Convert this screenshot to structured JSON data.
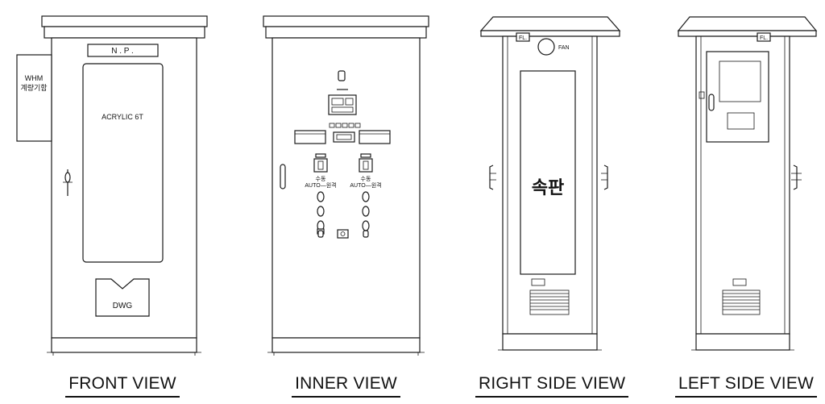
{
  "views": [
    {
      "title": "FRONT VIEW"
    },
    {
      "title": "INNER VIEW"
    },
    {
      "title": "RIGHT SIDE VIEW"
    },
    {
      "title": "LEFT SIDE VIEW"
    }
  ],
  "front": {
    "nameplate": "N . P .",
    "meter_box_line1": "WHM",
    "meter_box_line2": "계량기함",
    "window": "ACRYLIC 6T",
    "drawing_pocket": "DWG"
  },
  "inner": {
    "switch_label_top": "수동",
    "switch_label_bottom": "AUTO—원격"
  },
  "right": {
    "fl": "FL.",
    "fan": "FAN",
    "panel": "속판"
  },
  "left": {
    "fl": "FL."
  }
}
